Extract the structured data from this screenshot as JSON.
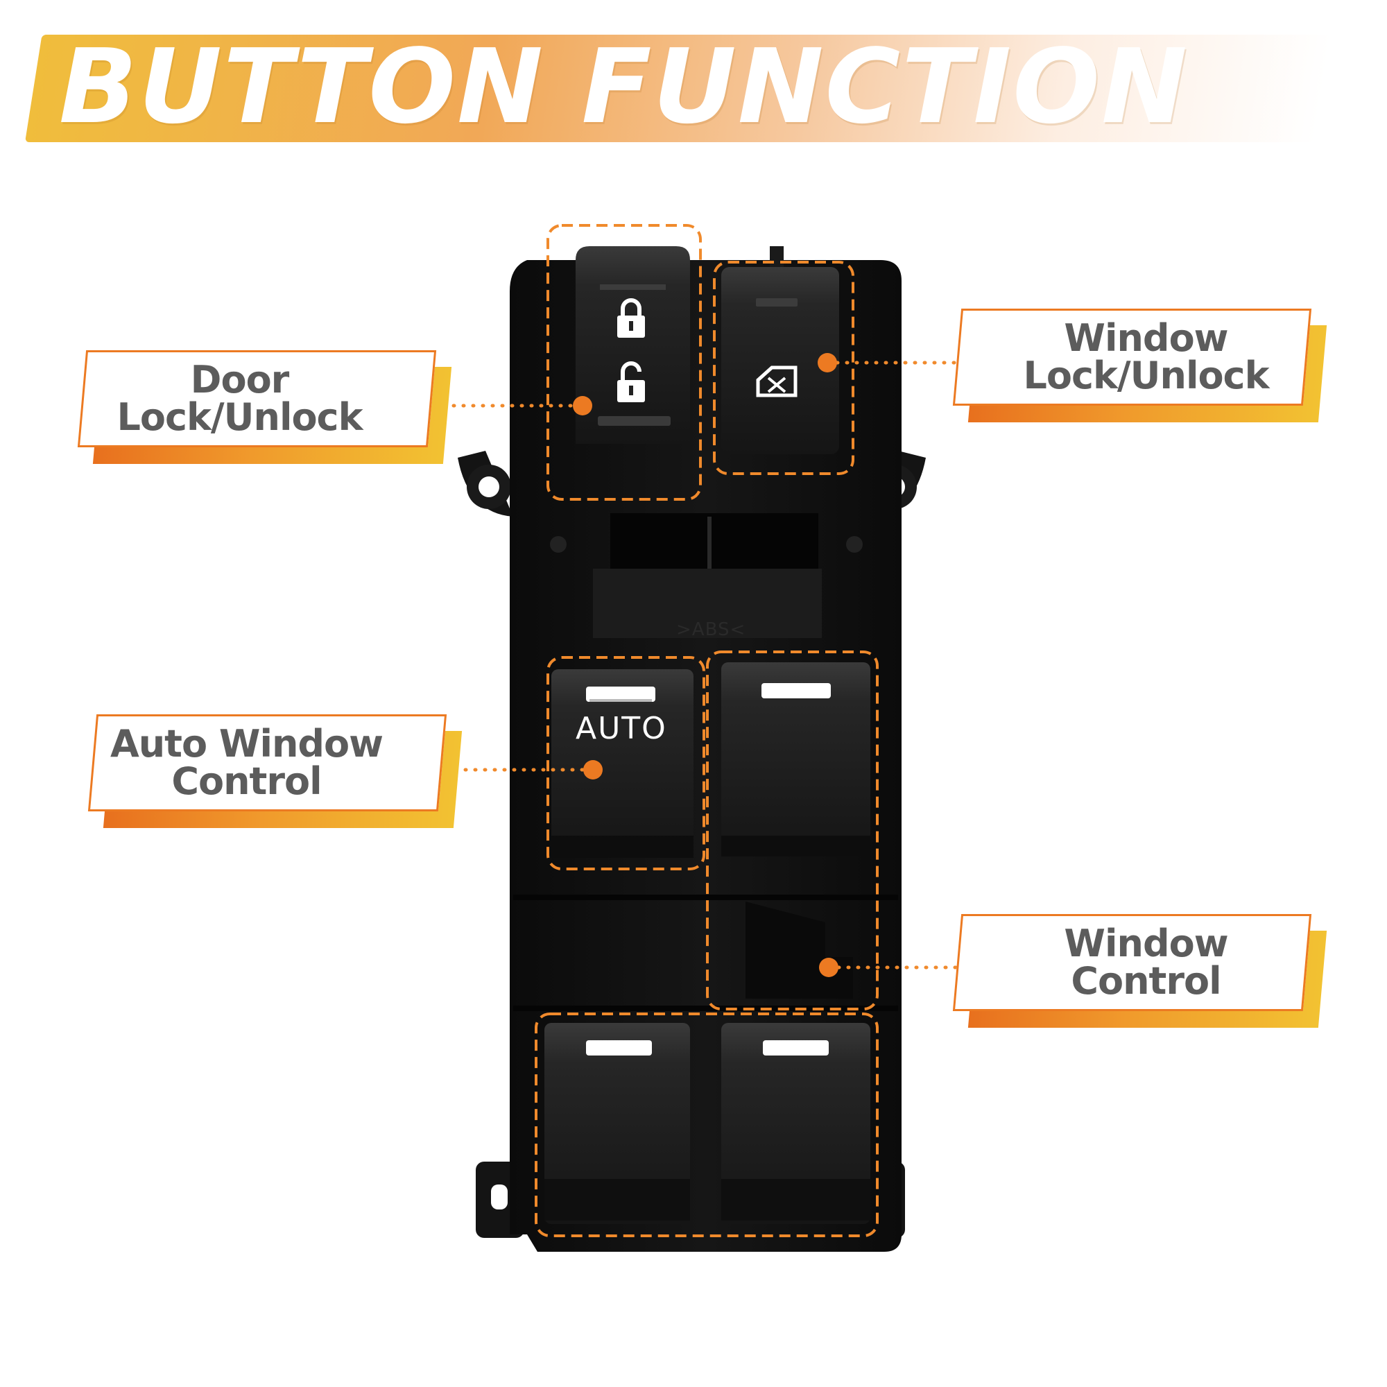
{
  "header": {
    "title": "BUTTON FUNCTION"
  },
  "callouts": {
    "door_lock": "Door\nLock/Unlock",
    "window_lock": "Window\nLock/Unlock",
    "auto_window": "Auto Window\nControl",
    "window_control": "Window\nControl"
  },
  "device": {
    "auto_label": "AUTO",
    "engraving": ">ABS<"
  },
  "colors": {
    "accent_orange": "#ec7a22",
    "accent_yellow": "#f2c232",
    "label_text": "#5c5c5c",
    "device_body": "#111111"
  },
  "icons": [
    "lock-closed-icon",
    "lock-open-icon",
    "window-lock-icon"
  ]
}
